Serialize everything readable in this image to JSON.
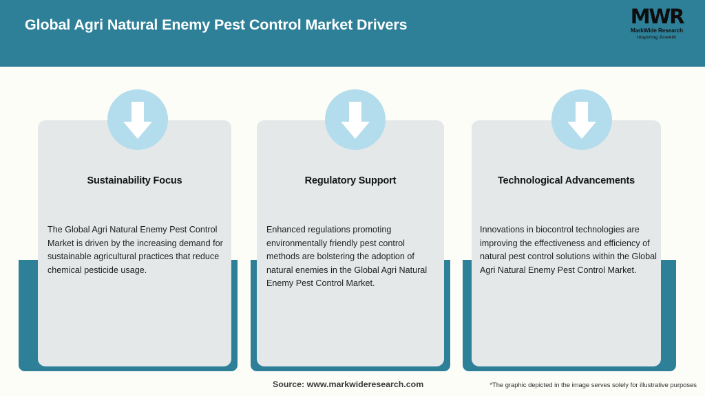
{
  "header": {
    "title": "Global Agri Natural Enemy Pest Control Market Drivers",
    "background_color": "#2e8099",
    "logo": {
      "mark": "MWR",
      "name": "MarkWide Research",
      "tagline": "Inspiring Growth"
    }
  },
  "theme": {
    "accent_teal": "#2e8099",
    "badge_blue": "#b3dced",
    "card_gray": "#e4e8e9",
    "page_background": "#fdfdf8"
  },
  "cards": [
    {
      "icon": "down-arrow-icon",
      "title": "Sustainability Focus",
      "body": "The Global Agri Natural Enemy Pest Control Market is driven by the increasing demand for sustainable agricultural practices that reduce chemical pesticide usage."
    },
    {
      "icon": "down-arrow-icon",
      "title": "Regulatory Support",
      "body": "Enhanced regulations promoting environmentally friendly pest control methods are bolstering the adoption of natural enemies in the Global Agri Natural Enemy Pest Control Market."
    },
    {
      "icon": "down-arrow-icon",
      "title": "Technological Advancements",
      "body": "Innovations in biocontrol technologies are improving the effectiveness and efficiency of natural pest control solutions within the Global Agri Natural Enemy Pest Control Market."
    }
  ],
  "footer": {
    "source": "Source: www.markwideresearch.com",
    "disclaimer": "*The graphic depicted in the image serves solely for illustrative purposes"
  }
}
